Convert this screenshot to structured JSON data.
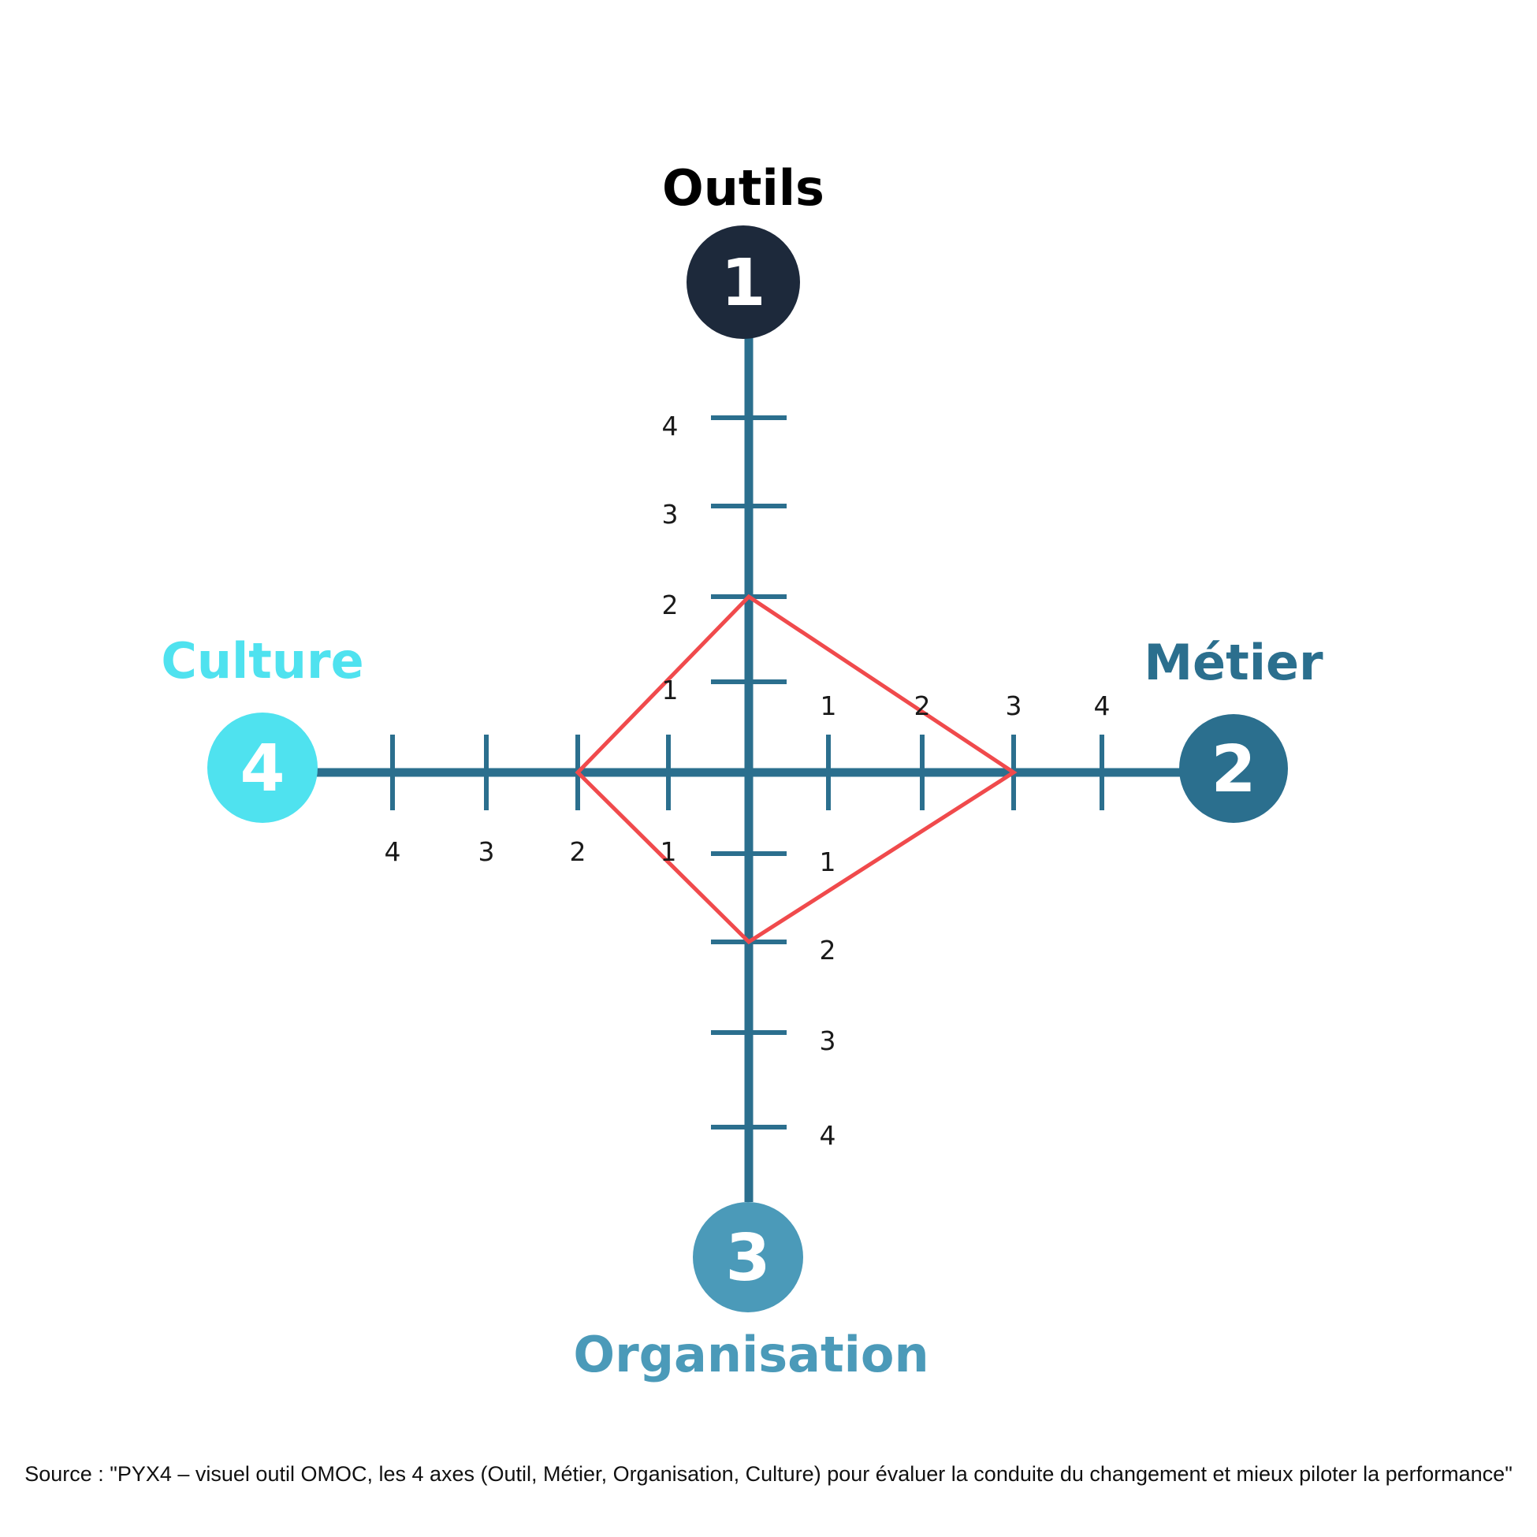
{
  "diagram": {
    "type": "radar",
    "axes": [
      {
        "id": "outils",
        "number": "1",
        "label": "Outils",
        "direction": "up",
        "color": "#1d293b",
        "label_color": "#000000"
      },
      {
        "id": "metier",
        "number": "2",
        "label": "Métier",
        "direction": "right",
        "color": "#2b6f8e",
        "label_color": "#2b6f8e"
      },
      {
        "id": "organisation",
        "number": "3",
        "label": "Organisation",
        "direction": "down",
        "color": "#4b9ab9",
        "label_color": "#4b9ab9"
      },
      {
        "id": "culture",
        "number": "4",
        "label": "Culture",
        "direction": "left",
        "color": "#4fe2ef",
        "label_color": "#4fe2ef"
      }
    ],
    "scale_ticks": [
      "1",
      "2",
      "3",
      "4"
    ],
    "profile_values": {
      "outils": 2,
      "metier": 3,
      "organisation": 2,
      "culture": 2
    },
    "axis_line_color": "#2b6f8e",
    "profile_color": "#f04a4c"
  },
  "source": "Source : \"PYX4 – visuel outil OMOC, les 4 axes (Outil, Métier, Organisation, Culture) pour évaluer la conduite du changement et mieux piloter la performance\""
}
